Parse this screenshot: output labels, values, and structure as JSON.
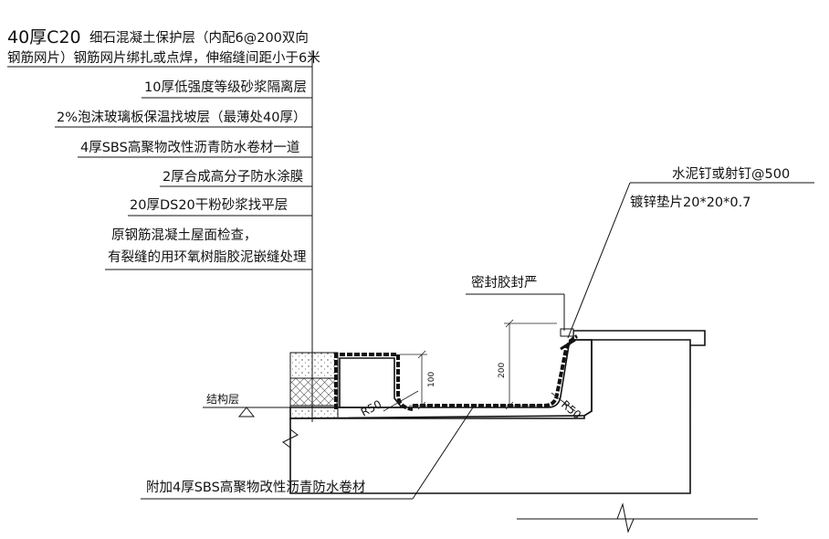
{
  "layer_labels": [
    {
      "text_a": "40厚C20",
      "text_b": "细石混凝土保护层（内配6@200双向"
    },
    {
      "text": "钢筋网片）钢筋网片绑扎或点焊，伸缩缝间距小于6米"
    },
    {
      "text": "10厚低强度等级砂浆隔离层"
    },
    {
      "text": "2%泡沫玻璃板保温找坡层（最薄处40厚）"
    },
    {
      "text": "4厚SBS高聚物改性沥青防水卷材一道"
    },
    {
      "text": "2厚合成高分子防水涂膜"
    },
    {
      "text": "20厚DS20干粉砂浆找平层"
    },
    {
      "text": "原钢筋混凝土屋面检查，"
    },
    {
      "text": "有裂缝的用环氧树脂胶泥嵌缝处理"
    }
  ],
  "callouts": {
    "nail": "水泥钉或射钉@500",
    "washer": "镀锌垫片20*20*0.7",
    "sealant": "密封胶封严",
    "structure": "结构层",
    "additional": "附加4厚SBS高聚物改性沥青防水卷材"
  },
  "dimensions": {
    "d100": "100",
    "d200": "200",
    "r50_left": "R50",
    "r50_right": "R50"
  }
}
